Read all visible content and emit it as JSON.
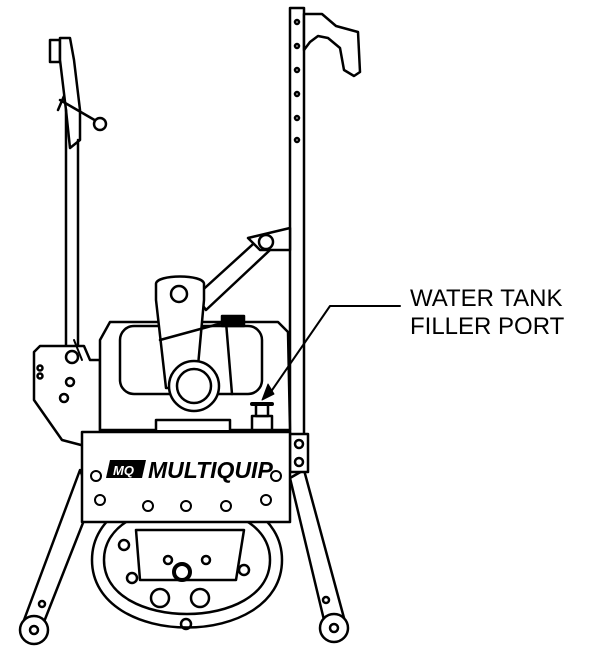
{
  "callout": {
    "line1": "WATER TANK",
    "line2": "FILLER PORT"
  },
  "brand": {
    "logo_mark": "MQ",
    "name": "MULTIQUIP"
  },
  "colors": {
    "line": "#000000",
    "background": "#ffffff"
  }
}
